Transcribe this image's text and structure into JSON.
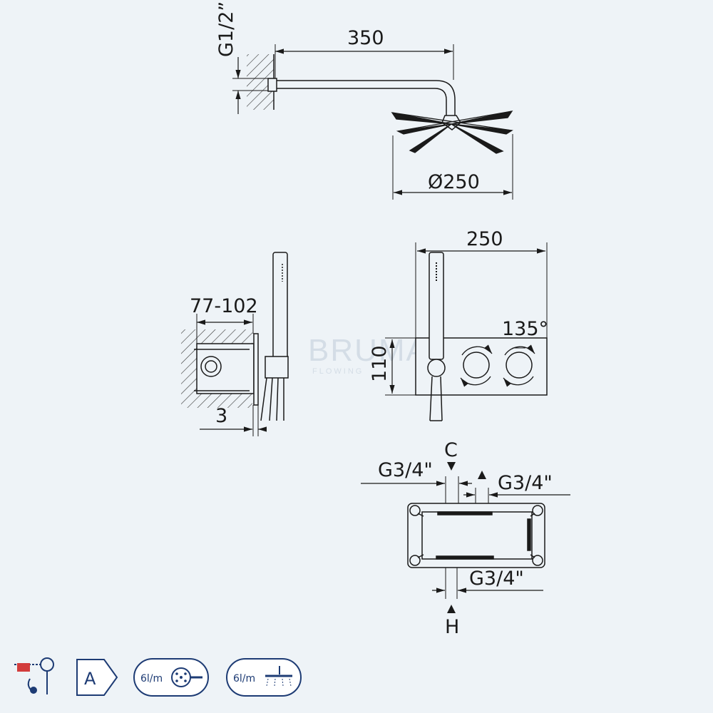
{
  "top_view": {
    "thread_label": "G1/2”",
    "arm_length": "350",
    "head_diameter": "Ø250"
  },
  "side_view": {
    "depth_label": "77-102",
    "offset_label": "3"
  },
  "front_view": {
    "width_label": "250",
    "height_label": "110",
    "angle_label": "135°"
  },
  "bottom_view": {
    "left_inlet": "G3/4\"",
    "right_inlet": "G3/4\"",
    "outlet": "G3/4\"",
    "label_c": "C",
    "label_h": "H"
  },
  "watermark": {
    "brand": "BRUMA",
    "tagline": "FLOWING"
  },
  "icons": {
    "energy_class": "A",
    "flow_hand": "6l/m",
    "flow_head": "6l/m"
  },
  "colors": {
    "background": "#eef3f7",
    "line": "#1a1a1a",
    "icon_blue": "#1d3b74",
    "icon_red": "#d23c3c"
  }
}
